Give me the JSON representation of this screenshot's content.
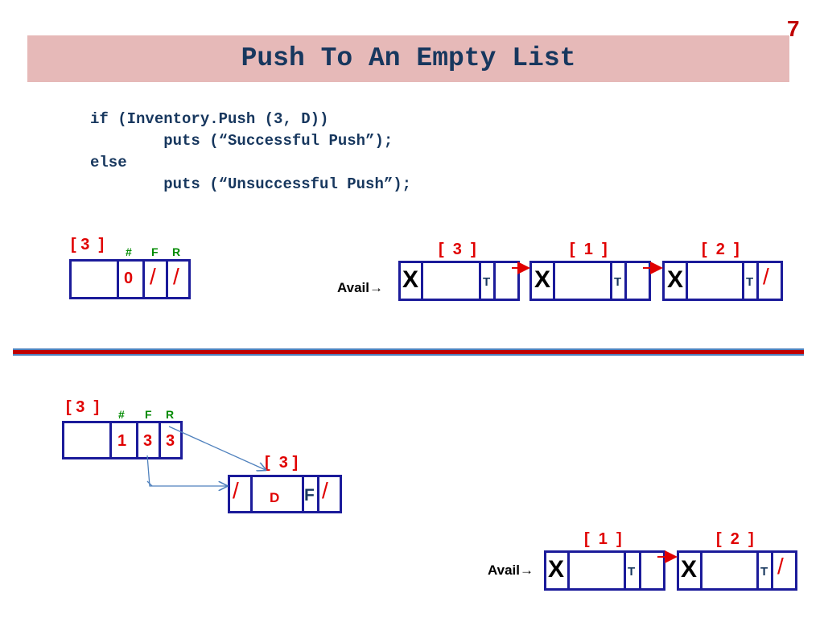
{
  "slide_number": "7",
  "title": "Push To An Empty List",
  "code_lines": [
    "if (Inventory.Push (3, D))",
    "        puts (“Successful Push”);",
    "else",
    "        puts (“Unsuccessful Push”);"
  ],
  "before": {
    "header": {
      "index_label": "[ 3  ]",
      "columns": [
        "#",
        "F",
        "R"
      ],
      "values": [
        "0",
        "/",
        "/"
      ]
    },
    "avail_label": "Avail→",
    "avail_nodes": [
      {
        "index_label": "[  3  ]",
        "data": "X",
        "tag": "T",
        "link": ""
      },
      {
        "index_label": "[  1  ]",
        "data": "X",
        "tag": "T",
        "link": ""
      },
      {
        "index_label": "[  2  ]",
        "data": "X",
        "tag": "T",
        "link": "/"
      }
    ]
  },
  "after": {
    "header": {
      "index_label": "[ 3  ]",
      "columns": [
        "#",
        "F",
        "R"
      ],
      "values": [
        "1",
        "3",
        "3"
      ]
    },
    "list_node": {
      "index_label": "[  3 ]",
      "back": "/",
      "data": "D",
      "tag": "F",
      "link": "/"
    },
    "avail_label": "Avail→",
    "avail_nodes": [
      {
        "index_label": "[  1  ]",
        "data": "X",
        "tag": "T",
        "link": ""
      },
      {
        "index_label": "[  2  ]",
        "data": "X",
        "tag": "T",
        "link": "/"
      }
    ]
  },
  "colors": {
    "title_bg": "#e6b9b8",
    "title_text": "#17375e",
    "accent_red": "#e00000",
    "box_border": "#1b1b9a",
    "header_green": "#008a00",
    "arrow_blue": "#4f81bd"
  }
}
